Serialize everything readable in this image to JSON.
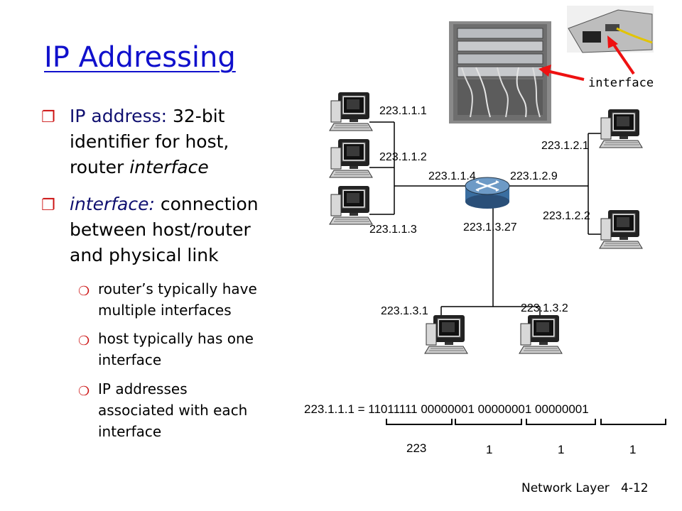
{
  "slide": {
    "title": "IP Addressing",
    "footer": "Network Layer",
    "page": "4-12"
  },
  "bullets": {
    "b1_label": "IP address:",
    "b1_line1_rest": "32-bit",
    "b1_line2": "identifier for host,",
    "b1_line3_a": "router",
    "b1_line3_b": "interface",
    "b2_label": "interface:",
    "b2_line1_rest": "connection",
    "b2_line2": "between host/router",
    "b2_line3": "and physical link",
    "s1_line1": "router’s typically have",
    "s1_line2": "multiple interfaces",
    "s2_line1": "host typically has one",
    "s2_line2": "interface",
    "s3_line1": "IP addresses",
    "s3_line2": "associated with each",
    "s3_line3": "interface"
  },
  "network": {
    "interface_label": "interface",
    "hosts": {
      "h1": "223.1.1.1",
      "h2": "223.1.1.2",
      "h3": "223.1.1.3",
      "r1": "223.1.1.4",
      "r2": "223.1.2.9",
      "r3": "223.1.3.27",
      "h21": "223.1.2.1",
      "h22": "223.1.2.2",
      "h31": "223.1.3.1",
      "h32": "223.1.3.2"
    }
  },
  "binary": {
    "line": "223.1.1.1 = 11011111 00000001 00000001 00000001",
    "values": [
      "223",
      "1",
      "1",
      "1"
    ]
  },
  "colors": {
    "title": "#1010cc",
    "bullet_marker": "#cc1111",
    "arrow": "#ee1111"
  }
}
